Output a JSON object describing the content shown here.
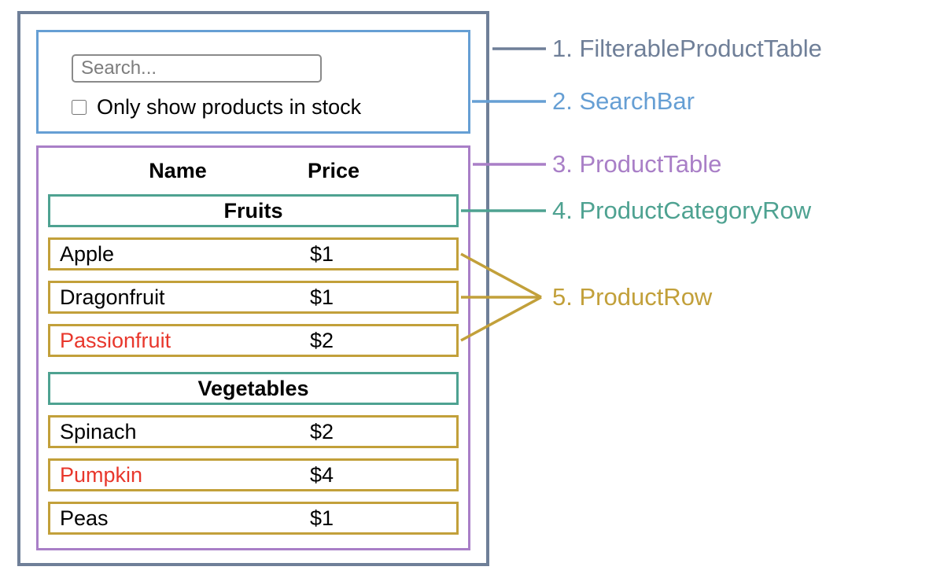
{
  "colors": {
    "outer": "#6f7f98",
    "search": "#669fd4",
    "table": "#a97fc7",
    "category": "#4ea291",
    "row": "#c2a03a",
    "oos": "#e8372c",
    "input-border": "#8a8a8a",
    "placeholder": "#7d7d7d"
  },
  "search_bar": {
    "input_placeholder": "Search...",
    "checkbox_label": "Only show products in stock",
    "checkbox_checked": false
  },
  "table": {
    "header": {
      "name": "Name",
      "price": "Price"
    },
    "sections": [
      {
        "category": "Fruits",
        "rows": [
          {
            "name": "Apple",
            "price": "$1",
            "out_of_stock": false
          },
          {
            "name": "Dragonfruit",
            "price": "$1",
            "out_of_stock": false
          },
          {
            "name": "Passionfruit",
            "price": "$2",
            "out_of_stock": true
          }
        ]
      },
      {
        "category": "Vegetables",
        "rows": [
          {
            "name": "Spinach",
            "price": "$2",
            "out_of_stock": false
          },
          {
            "name": "Pumpkin",
            "price": "$4",
            "out_of_stock": true
          },
          {
            "name": "Peas",
            "price": "$1",
            "out_of_stock": false
          }
        ]
      }
    ]
  },
  "annotations": [
    {
      "label": "1. FilterableProductTable",
      "color": "#6f7f98"
    },
    {
      "label": "2. SearchBar",
      "color": "#669fd4"
    },
    {
      "label": "3. ProductTable",
      "color": "#a97fc7"
    },
    {
      "label": "4. ProductCategoryRow",
      "color": "#4ea291"
    },
    {
      "label": "5. ProductRow",
      "color": "#c2a03a"
    }
  ]
}
